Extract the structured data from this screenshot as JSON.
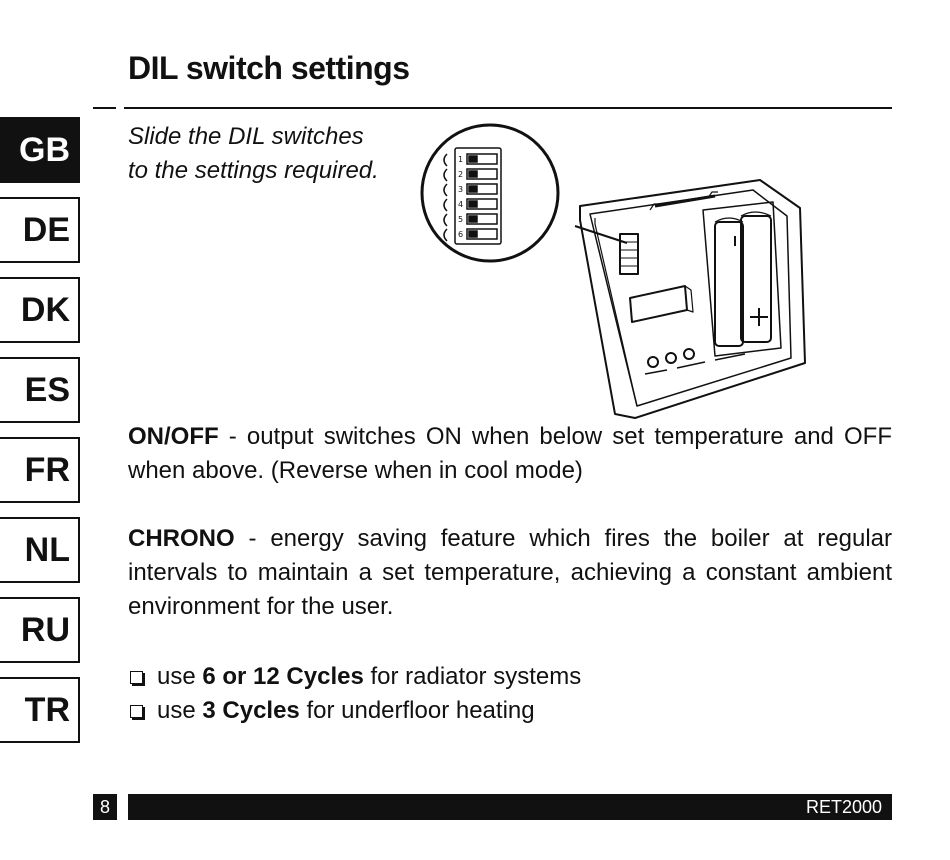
{
  "page": {
    "title": "DIL switch settings",
    "instruction_line1": "Slide the DIL switches",
    "instruction_line2": "to the settings required.",
    "page_number": "8",
    "model": "RET2000"
  },
  "languages": [
    {
      "code": "GB",
      "active": true
    },
    {
      "code": "DE",
      "active": false
    },
    {
      "code": "DK",
      "active": false
    },
    {
      "code": "ES",
      "active": false
    },
    {
      "code": "FR",
      "active": false
    },
    {
      "code": "NL",
      "active": false
    },
    {
      "code": "RU",
      "active": false
    },
    {
      "code": "TR",
      "active": false
    }
  ],
  "illustration": {
    "switch_labels": [
      "1",
      "2",
      "3",
      "4",
      "5",
      "6"
    ]
  },
  "onoff": {
    "term": "ON/OFF",
    "text": " - output switches ON when below set temperature and OFF when above. (Reverse when in cool mode)"
  },
  "chrono": {
    "term": "CHRONO",
    "text": " - energy saving feature which fires the boiler at regular intervals to maintain a set temperature, achieving a constant ambient environment for the user."
  },
  "bullets": [
    {
      "pre": "use ",
      "bold": "6 or 12 Cycles",
      "post": " for radiator systems"
    },
    {
      "pre": "use ",
      "bold": "3 Cycles",
      "post": " for underfloor heating"
    }
  ],
  "colors": {
    "ink": "#111111",
    "paper": "#ffffff"
  }
}
